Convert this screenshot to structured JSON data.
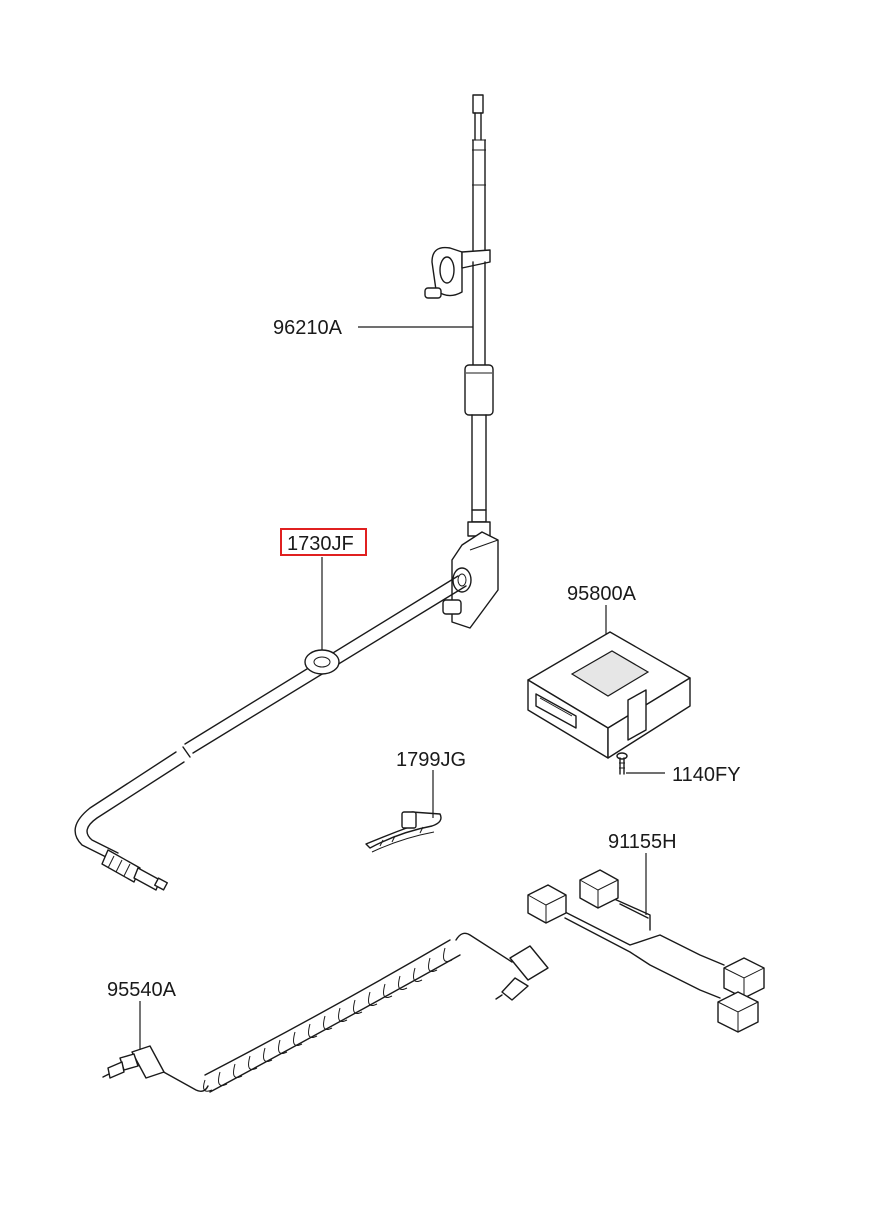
{
  "parts": [
    {
      "id": "96210A",
      "label": "96210A",
      "highlighted": false
    },
    {
      "id": "1730JF",
      "label": "1730JF",
      "highlighted": true
    },
    {
      "id": "95800A",
      "label": "95800A",
      "highlighted": false
    },
    {
      "id": "1140FY",
      "label": "1140FY",
      "highlighted": false
    },
    {
      "id": "1799JG",
      "label": "1799JG",
      "highlighted": false
    },
    {
      "id": "91155H",
      "label": "91155H",
      "highlighted": false
    },
    {
      "id": "95540A",
      "label": "95540A",
      "highlighted": false
    }
  ],
  "colors": {
    "line": "#1a1a1a",
    "highlight": "#e02020",
    "background": "#ffffff"
  }
}
